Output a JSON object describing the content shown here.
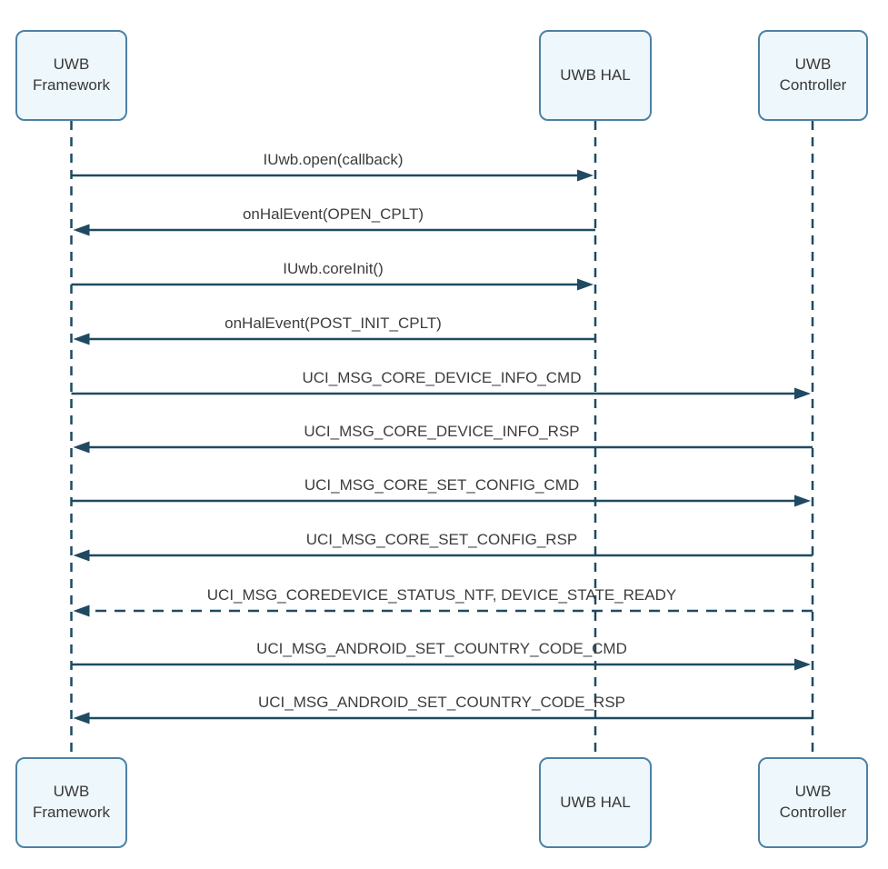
{
  "diagram": {
    "type": "sequence-diagram",
    "participants": [
      {
        "id": "uwb-framework",
        "label": "UWB Framework"
      },
      {
        "id": "uwb-hal",
        "label": "UWB HAL"
      },
      {
        "id": "uwb-controller",
        "label": "UWB Controller"
      }
    ],
    "messages": [
      {
        "label": "IUwb.open(callback)",
        "from": "uwb-framework",
        "to": "uwb-hal",
        "line": "solid"
      },
      {
        "label": "onHalEvent(OPEN_CPLT)",
        "from": "uwb-hal",
        "to": "uwb-framework",
        "line": "solid"
      },
      {
        "label": "IUwb.coreInit()",
        "from": "uwb-framework",
        "to": "uwb-hal",
        "line": "solid"
      },
      {
        "label": "onHalEvent(POST_INIT_CPLT)",
        "from": "uwb-hal",
        "to": "uwb-framework",
        "line": "solid"
      },
      {
        "label": "UCI_MSG_CORE_DEVICE_INFO_CMD",
        "from": "uwb-framework",
        "to": "uwb-controller",
        "line": "solid"
      },
      {
        "label": "UCI_MSG_CORE_DEVICE_INFO_RSP",
        "from": "uwb-controller",
        "to": "uwb-framework",
        "line": "solid"
      },
      {
        "label": "UCI_MSG_CORE_SET_CONFIG_CMD",
        "from": "uwb-framework",
        "to": "uwb-controller",
        "line": "solid"
      },
      {
        "label": "UCI_MSG_CORE_SET_CONFIG_RSP",
        "from": "uwb-controller",
        "to": "uwb-framework",
        "line": "solid"
      },
      {
        "label": "UCI_MSG_COREDEVICE_STATUS_NTF, DEVICE_STATE_READY",
        "from": "uwb-controller",
        "to": "uwb-framework",
        "line": "dashed"
      },
      {
        "label": "UCI_MSG_ANDROID_SET_COUNTRY_CODE_CMD",
        "from": "uwb-framework",
        "to": "uwb-controller",
        "line": "solid"
      },
      {
        "label": "UCI_MSG_ANDROID_SET_COUNTRY_CODE_RSP",
        "from": "uwb-controller",
        "to": "uwb-framework",
        "line": "solid"
      }
    ],
    "colors": {
      "line": "#1f4a61",
      "box_border": "#4e81a4",
      "box_fill": "#eef7fb",
      "text": "#383838",
      "background": "#ffffff"
    }
  }
}
